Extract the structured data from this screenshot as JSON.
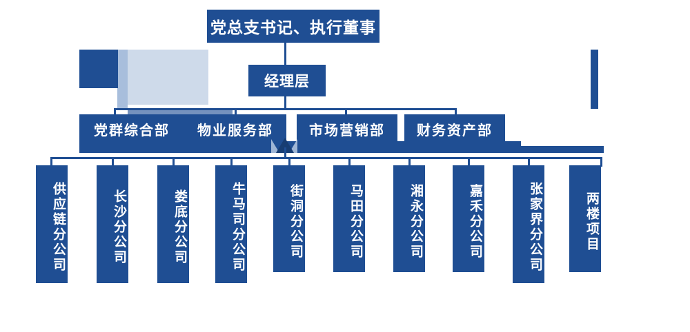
{
  "chart_data": {
    "type": "diagram",
    "title": "组织架构图",
    "orientation": "top-down",
    "levels": 4
  },
  "colors": {
    "primary": "#1F4E93",
    "text_on_primary": "#FFFFFF",
    "deco_light": "#CEDAEA",
    "deco_mid": "#A8BEDC",
    "deco_ribbon": "#7592BE",
    "background": "#FFFFFF"
  },
  "top": {
    "label": "党总支书记、执行董事"
  },
  "management": {
    "label": "经理层"
  },
  "departments": [
    {
      "label": "党群综合部"
    },
    {
      "label": "物业服务部"
    },
    {
      "label": "市场营销部"
    },
    {
      "label": "财务资产部"
    }
  ],
  "branches": [
    {
      "label": "供应链分公司"
    },
    {
      "label": "长沙分公司"
    },
    {
      "label": "娄底分公司"
    },
    {
      "label": "牛马司分公司"
    },
    {
      "label": "街洞分公司"
    },
    {
      "label": "马田分公司"
    },
    {
      "label": "湘永分公司"
    },
    {
      "label": "嘉禾分公司"
    },
    {
      "label": "张家界分公司"
    },
    {
      "label": "两楼项目"
    }
  ]
}
